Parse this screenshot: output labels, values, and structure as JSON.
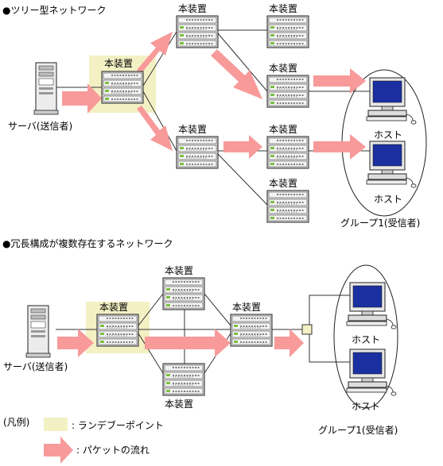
{
  "section1": {
    "title": "●ツリー型ネットワーク"
  },
  "section2": {
    "title": "●冗長構成が複数存在するネットワーク"
  },
  "labels": {
    "device": "本装置",
    "server": "サーバ(送信者)",
    "host": "ホスト",
    "group": "グループ1(受信者)"
  },
  "legend": {
    "title": "(凡例)",
    "rendezvous": ": ランデブーポイント",
    "packet_flow": ": パケットの流れ"
  },
  "colors": {
    "arrow": "#f89a9a",
    "rendezvous_fill": "#f3f0c4",
    "device_body": "#e8e8e8",
    "monitor_screen": "#1a2fa0"
  }
}
